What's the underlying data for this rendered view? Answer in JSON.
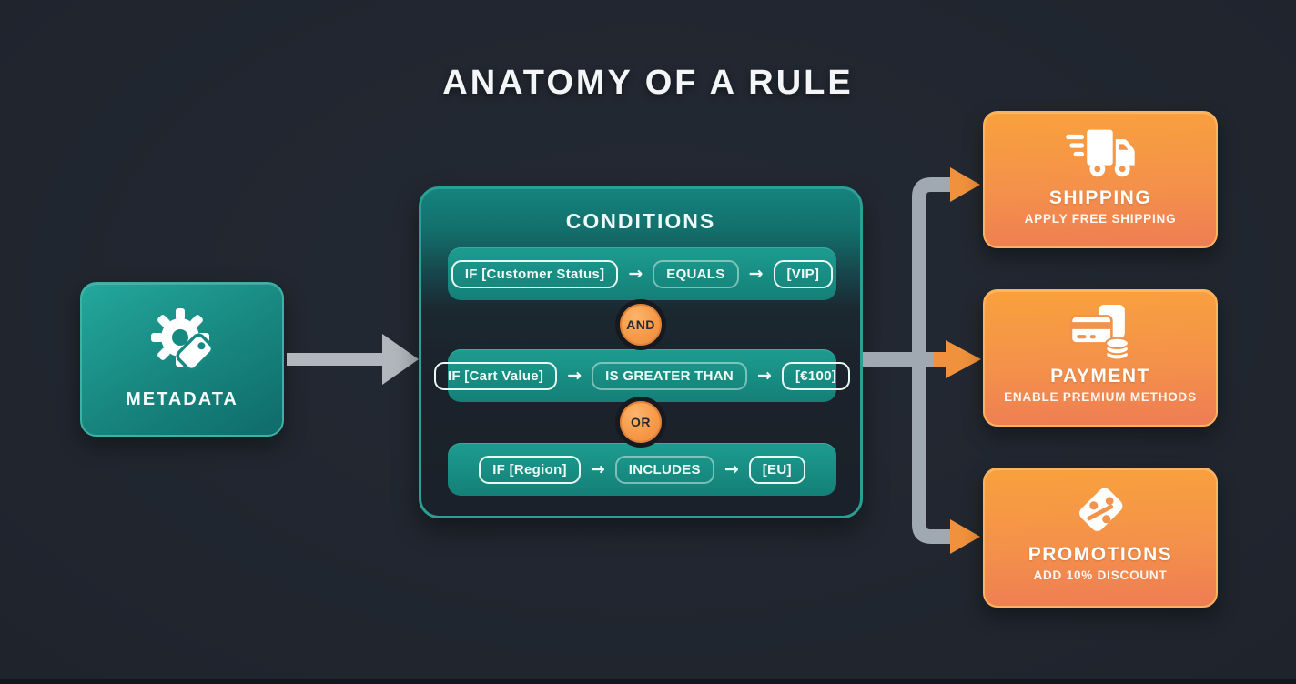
{
  "title": "ANATOMY OF A RULE",
  "metadata_node": {
    "label": "METADATA",
    "icon": "gear-tag-icon"
  },
  "flow": {
    "arrow_glyph": "→"
  },
  "conditions": {
    "header": "CONDITIONS",
    "rows": [
      {
        "field": "IF [Customer Status]",
        "operator": "EQUALS",
        "value": "[VIP]"
      },
      {
        "field": "IF [Cart Value]",
        "operator": "IS GREATER THAN",
        "value": "[€100]"
      },
      {
        "field": "IF [Region]",
        "operator": "INCLUDES",
        "value": "[EU]"
      }
    ],
    "logic_connectors": [
      "AND",
      "OR"
    ]
  },
  "outputs": [
    {
      "title": "SHIPPING",
      "subtitle": "APPLY FREE SHIPPING",
      "icon": "delivery-truck-icon"
    },
    {
      "title": "PAYMENT",
      "subtitle": "ENABLE PREMIUM METHODS",
      "icon": "credit-card-coins-icon"
    },
    {
      "title": "PROMOTIONS",
      "subtitle": "ADD 10% DISCOUNT",
      "icon": "discount-tag-icon"
    }
  ],
  "colors": {
    "background": "#1f242d",
    "teal": "#17857e",
    "teal_border": "#33b0a2",
    "orange": "#f79a3f",
    "orange_deep": "#ee7d54",
    "connector_gray": "#a6adb5",
    "arrowhead_orange": "#f0913d"
  }
}
